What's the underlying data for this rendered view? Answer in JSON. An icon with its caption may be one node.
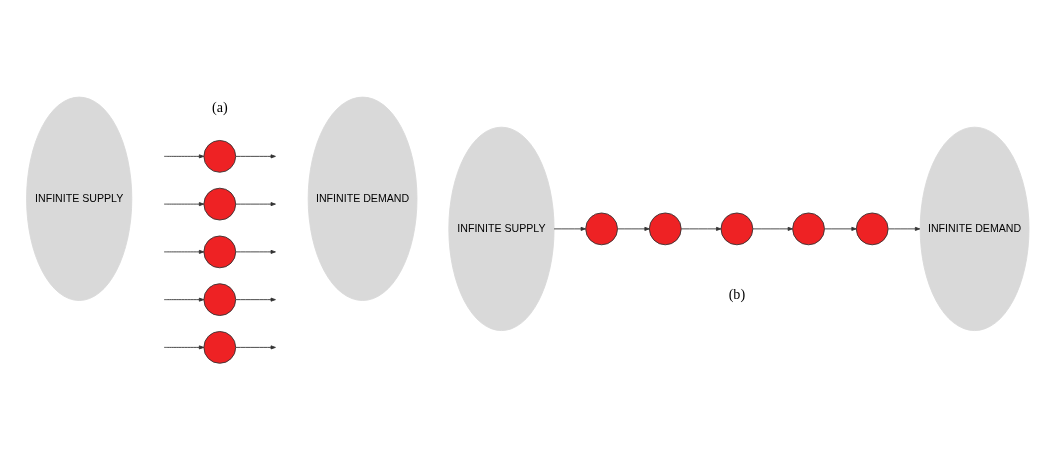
{
  "diagram": {
    "nodes": [
      {
        "text": [
          "INFINITE SUPPLY"
        ]
      },
      {
        "text": [],
        "shape": "circle"
      },
      {
        "text": [],
        "shape": "circle"
      },
      {
        "text": [],
        "shape": "circle"
      },
      {
        "text": [],
        "shape": "circle"
      },
      {
        "text": [],
        "shape": "circle"
      },
      {
        "text": [
          "INFINITE DEMAND"
        ]
      },
      {
        "text": [
          "INFINITE SUPPLY"
        ]
      },
      {
        "text": [],
        "shape": "circle"
      },
      {
        "text": [],
        "shape": "circle"
      },
      {
        "text": [],
        "shape": "circle"
      },
      {
        "text": [],
        "shape": "circle"
      },
      {
        "text": [],
        "shape": "circle"
      },
      {
        "text": [
          "INFINITE DEMAND"
        ]
      }
    ],
    "edges": [
      {
        "from": null,
        "to": 1,
        "arrow": "to"
      },
      {
        "from": 1,
        "to": null,
        "arrow": "to"
      },
      {
        "from": null,
        "to": 2,
        "arrow": "to"
      },
      {
        "from": 2,
        "to": null,
        "arrow": "to"
      },
      {
        "from": null,
        "to": 3,
        "arrow": "to"
      },
      {
        "from": 3,
        "to": null,
        "arrow": "to"
      },
      {
        "from": null,
        "to": 4,
        "arrow": "to"
      },
      {
        "from": 4,
        "to": null,
        "arrow": "to"
      },
      {
        "from": null,
        "to": 5,
        "arrow": "to"
      },
      {
        "from": 5,
        "to": null,
        "arrow": "to"
      },
      {
        "from": 7,
        "to": 8,
        "arrow": "to"
      },
      {
        "from": 8,
        "to": 9,
        "arrow": "to"
      },
      {
        "from": 9,
        "to": 10,
        "arrow": "to"
      },
      {
        "from": 10,
        "to": 11,
        "arrow": "to"
      },
      {
        "from": 11,
        "to": 12,
        "arrow": "to"
      },
      {
        "from": 12,
        "to": 13,
        "arrow": "to"
      }
    ],
    "labels": [
      "(a)",
      "(b)"
    ]
  }
}
